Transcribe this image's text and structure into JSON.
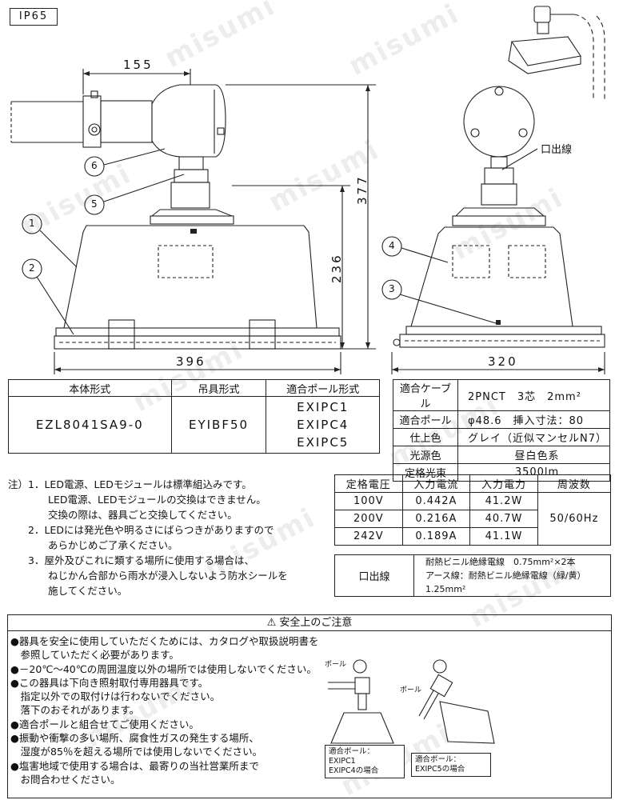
{
  "ip_rating": "IP65",
  "watermark": "misumi",
  "dimensions": {
    "width_side": "155",
    "height_total": "377",
    "height_body": "236",
    "width_body": "396",
    "width_front": "320"
  },
  "callouts": [
    "1",
    "2",
    "3",
    "4",
    "5",
    "6"
  ],
  "lead_label": "口出線",
  "spec_table": {
    "headers": [
      "本体形式",
      "吊具形式",
      "適合ポール形式"
    ],
    "body_model": "EZL8041SA9-0",
    "fixture_model": "EYIBF50",
    "poles": [
      "EXIPC1",
      "EXIPC4",
      "EXIPC5"
    ]
  },
  "attributes": [
    {
      "key": "適合ケーブル",
      "value": "2PNCT　3芯　2mm²"
    },
    {
      "key": "適合ポール",
      "value": "φ48.6　挿入寸法：80"
    },
    {
      "key": "仕上色",
      "value": "グレイ（近似マンセルN7）"
    },
    {
      "key": "光源色",
      "value": "昼白色系"
    },
    {
      "key": "定格光束",
      "value": "3500lm"
    }
  ],
  "electrical": {
    "headers": [
      "定格電圧",
      "入力電流",
      "入力電力",
      "周波数"
    ],
    "rows": [
      [
        "100V",
        "0.442A",
        "41.2W"
      ],
      [
        "200V",
        "0.216A",
        "40.7W"
      ],
      [
        "242V",
        "0.189A",
        "41.1W"
      ]
    ],
    "frequency": "50/60Hz"
  },
  "lead_wire": {
    "label": "口出線",
    "line1": "耐熱ビニル絶縁電線　0.75mm²×2本",
    "line2": "アース線：耐熱ビニル絶縁電線（緑/黄）　1.25mm²"
  },
  "notes": [
    "注）1．LED電源、LEDモジュールは標準組込みです。",
    "　　　　LED電源、LEDモジュールの交換はできません。",
    "　　　　交換の際は、器具ごと交換してください。",
    "　　2．LEDには発光色や明るさにばらつきがありますので",
    "　　　　あらかじめご了承ください。",
    "　　3．屋外及びこれに類する場所に使用する場合は、",
    "　　　　ねじかん合部から雨水が浸入しないよう防水シールを",
    "　　　　施してください。"
  ],
  "safety": {
    "title": "安全上のご注意",
    "items": [
      "●器具を安全に使用していただくためには、カタログや取扱説明書を",
      "　参照していただく必要があります。",
      "●－20℃～40℃の周囲温度以外の場所では使用しないでください。",
      "●この器具は下向き照射取付専用器具です。",
      "　指定以外での取付けは行わないでください。",
      "　落下のおそれがあります。",
      "●適合ポールと組合せてご使用ください。",
      "●振動や衝撃の多い場所、腐食性ガスの発生する場所、",
      "　湿度が85％を超える場所では使用しないでください。",
      "●塩害地域で使用する場合は、最寄りの当社営業所まで",
      "　お問合わせください。"
    ],
    "pole_label": "ポール",
    "box1": [
      "適合ポール：",
      "EXIPC1",
      "EXIPC4の場合"
    ],
    "box2": [
      "適合ポール：",
      "EXIPC5の場合"
    ]
  }
}
